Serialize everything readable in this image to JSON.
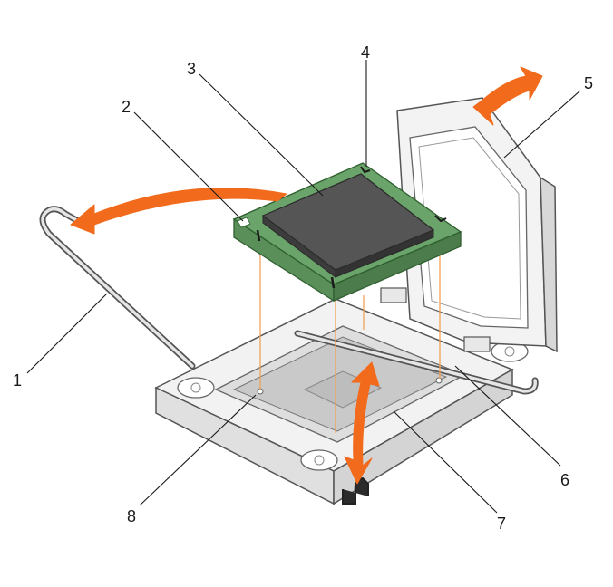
{
  "callouts": [
    {
      "id": "1",
      "label": "1"
    },
    {
      "id": "2",
      "label": "2"
    },
    {
      "id": "3",
      "label": "3"
    },
    {
      "id": "4",
      "label": "4"
    },
    {
      "id": "5",
      "label": "5"
    },
    {
      "id": "6",
      "label": "6"
    },
    {
      "id": "7",
      "label": "7"
    },
    {
      "id": "8",
      "label": "8"
    }
  ],
  "colors": {
    "arrow": "#f26b1d",
    "pcb": "#6aa46a",
    "die": "#4a4a4a",
    "frame": "#eeeeee",
    "outline": "#555555",
    "guide": "#f0a15a"
  }
}
